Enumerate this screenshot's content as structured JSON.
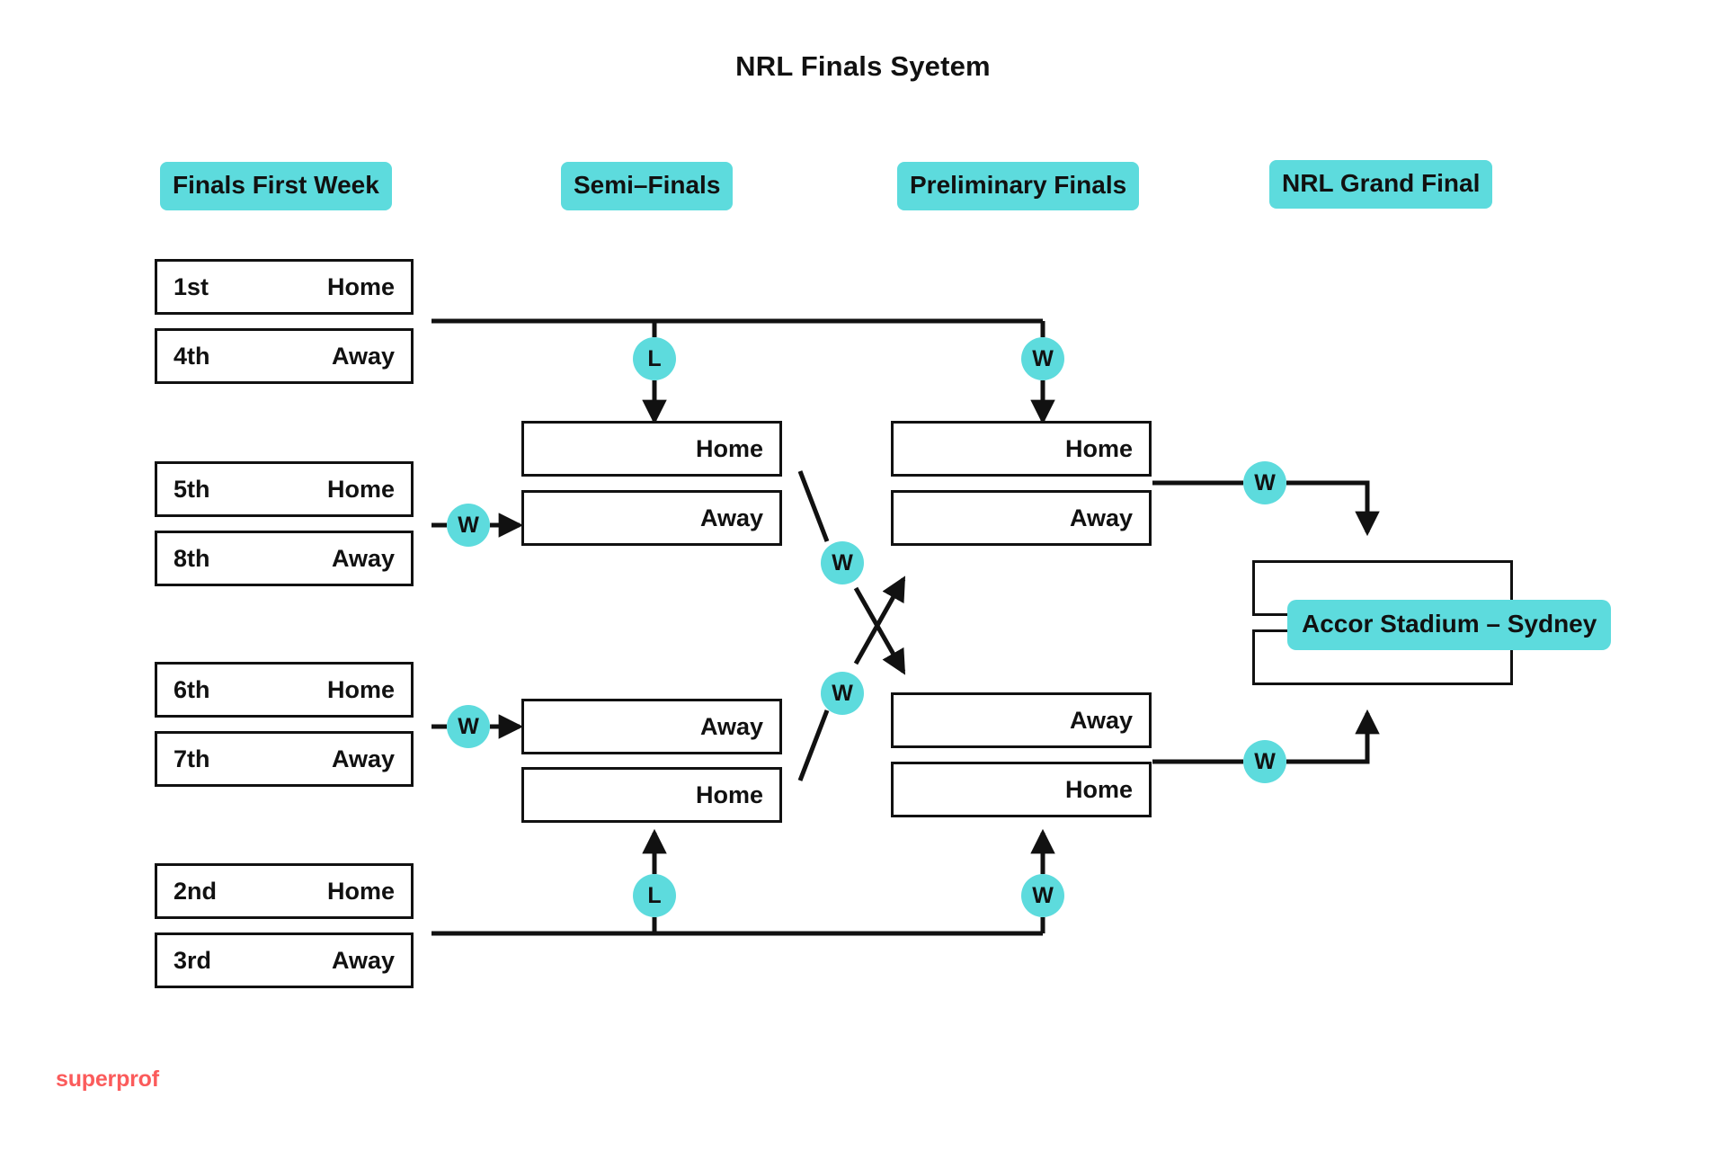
{
  "title": "NRL Finals Syetem",
  "brand": "superprof",
  "colors": {
    "accent": "#5ddbdd",
    "line": "#111111",
    "brand": "#fb5b5b",
    "background": "#ffffff"
  },
  "columns": [
    {
      "key": "finals_first_week",
      "label": "Finals First Week"
    },
    {
      "key": "semi_finals",
      "label": "Semi–Finals"
    },
    {
      "key": "preliminary_finals",
      "label": "Preliminary Finals"
    },
    {
      "key": "grand_final",
      "label": "NRL Grand Final"
    }
  ],
  "finals_first_week": {
    "matches": [
      {
        "home": {
          "seed": "1st",
          "side": "Home"
        },
        "away": {
          "seed": "4th",
          "side": "Away"
        }
      },
      {
        "home": {
          "seed": "5th",
          "side": "Home"
        },
        "away": {
          "seed": "8th",
          "side": "Away"
        }
      },
      {
        "home": {
          "seed": "6th",
          "side": "Home"
        },
        "away": {
          "seed": "7th",
          "side": "Away"
        }
      },
      {
        "home": {
          "seed": "2nd",
          "side": "Home"
        },
        "away": {
          "seed": "3rd",
          "side": "Away"
        }
      }
    ]
  },
  "semi_finals": {
    "matches": [
      {
        "top": {
          "side": "Home"
        },
        "bottom": {
          "side": "Away"
        }
      },
      {
        "top": {
          "side": "Away"
        },
        "bottom": {
          "side": "Home"
        }
      }
    ]
  },
  "preliminary_finals": {
    "matches": [
      {
        "top": {
          "side": "Home"
        },
        "bottom": {
          "side": "Away"
        }
      },
      {
        "top": {
          "side": "Away"
        },
        "bottom": {
          "side": "Home"
        }
      }
    ]
  },
  "grand_final": {
    "venue": "Accor Stadium – Sydney",
    "slots": [
      {
        "side": ""
      },
      {
        "side": ""
      }
    ]
  },
  "badges": [
    {
      "id": "qf1-loser",
      "label": "L"
    },
    {
      "id": "qf1-winner",
      "label": "W"
    },
    {
      "id": "ef1-winner",
      "label": "W"
    },
    {
      "id": "ef2-winner",
      "label": "W"
    },
    {
      "id": "sf1-winner",
      "label": "W"
    },
    {
      "id": "sf2-winner",
      "label": "W"
    },
    {
      "id": "qf2-loser",
      "label": "L"
    },
    {
      "id": "qf2-winner",
      "label": "W"
    },
    {
      "id": "pf1-winner",
      "label": "W"
    },
    {
      "id": "pf2-winner",
      "label": "W"
    }
  ]
}
